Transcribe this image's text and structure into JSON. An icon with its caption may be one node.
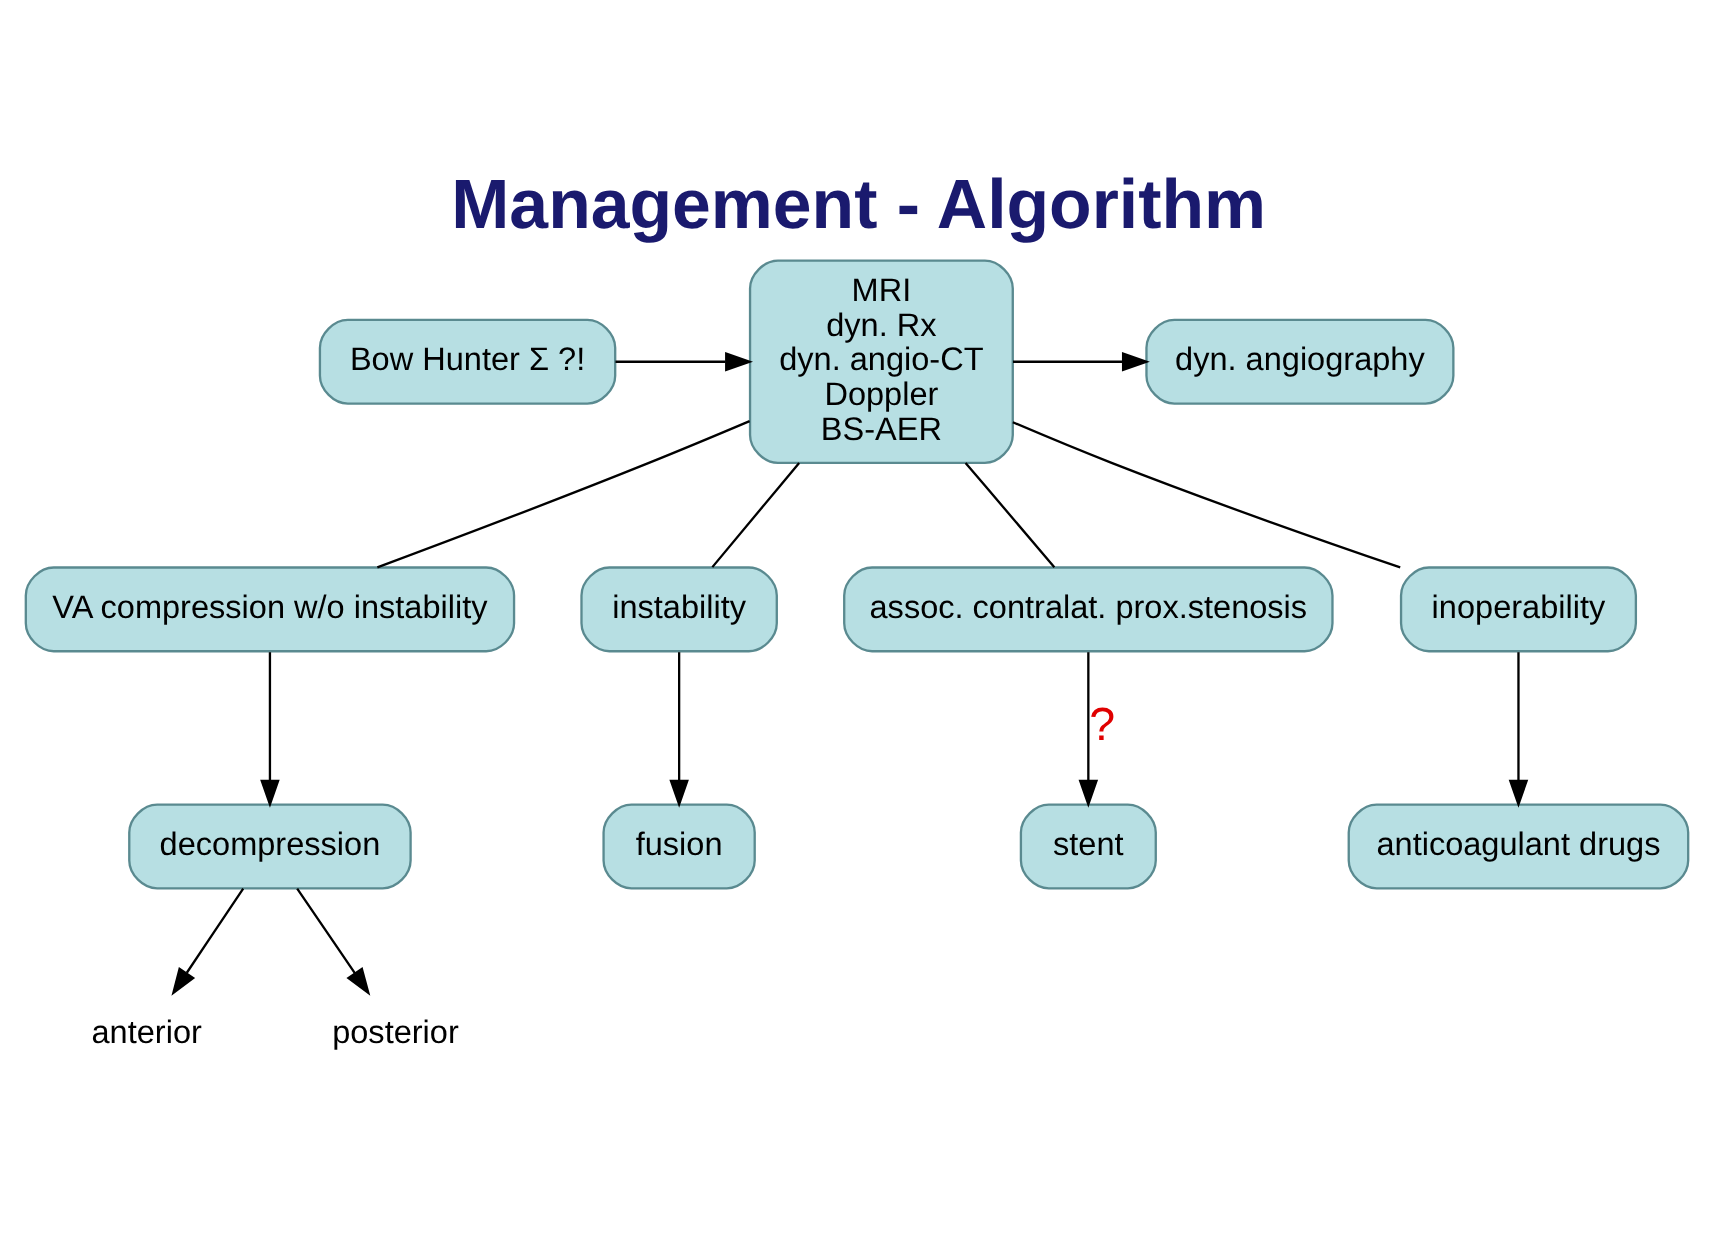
{
  "diagram": {
    "title": "Management - Algorithm",
    "nodes": [
      {
        "text": [
          "Bow Hunter Σ ?!"
        ]
      },
      {
        "text": [
          "MRI",
          "dyn. Rx",
          "dyn. angio-CT",
          "Doppler",
          "BS-AER"
        ]
      },
      {
        "text": [
          "dyn. angiography"
        ]
      },
      {
        "text": [
          "VA compression w/o instability"
        ]
      },
      {
        "text": [
          "instability"
        ]
      },
      {
        "text": [
          "assoc. contralat. prox.stenosis"
        ]
      },
      {
        "text": [
          "inoperability"
        ]
      },
      {
        "text": [
          "decompression"
        ]
      },
      {
        "text": [
          "fusion"
        ]
      },
      {
        "text": [
          "stent"
        ]
      },
      {
        "text": [
          "anticoagulant drugs"
        ]
      },
      {
        "text": [
          "anterior"
        ]
      },
      {
        "text": [
          "posterior"
        ]
      }
    ],
    "edges": [
      {
        "from": 0,
        "to": 1,
        "arrow": "to"
      },
      {
        "from": 1,
        "to": 2,
        "arrow": "to"
      },
      {
        "from": 1,
        "to": 3,
        "arrow": "none"
      },
      {
        "from": 1,
        "to": 4,
        "arrow": "none"
      },
      {
        "from": 1,
        "to": 5,
        "arrow": "none"
      },
      {
        "from": 1,
        "to": 6,
        "arrow": "none"
      },
      {
        "from": 3,
        "to": 7,
        "arrow": "to"
      },
      {
        "from": 4,
        "to": 8,
        "arrow": "to"
      },
      {
        "from": 5,
        "to": 9,
        "arrow": "to",
        "label": "?"
      },
      {
        "from": 6,
        "to": 10,
        "arrow": "to"
      },
      {
        "from": 7,
        "to": 11,
        "arrow": "to"
      },
      {
        "from": 7,
        "to": 12,
        "arrow": "to"
      }
    ]
  }
}
